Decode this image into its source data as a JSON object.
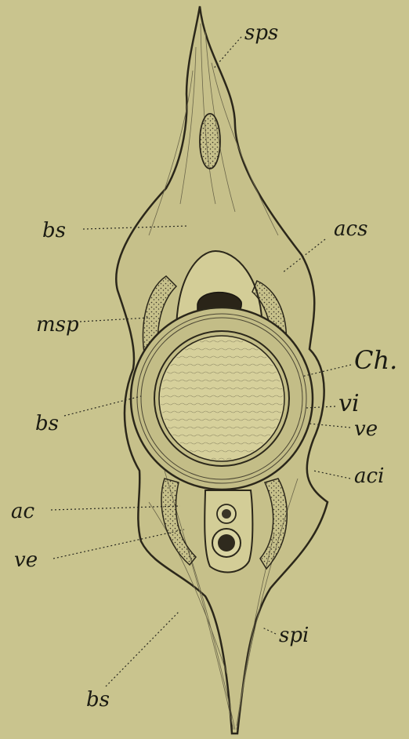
{
  "figure": {
    "background": "#c9c48e",
    "ink": "#1a1a12",
    "labels": {
      "sps": "sps",
      "bs_top": "bs",
      "acs": "acs",
      "msp": "msp",
      "ch": "Ch.",
      "bs_mid": "bs",
      "vi": "vi",
      "ve_right": "ve",
      "aci": "aci",
      "ac": "ac",
      "ve_left": "ve",
      "bs_bottom": "bs",
      "spi": "spi"
    }
  }
}
